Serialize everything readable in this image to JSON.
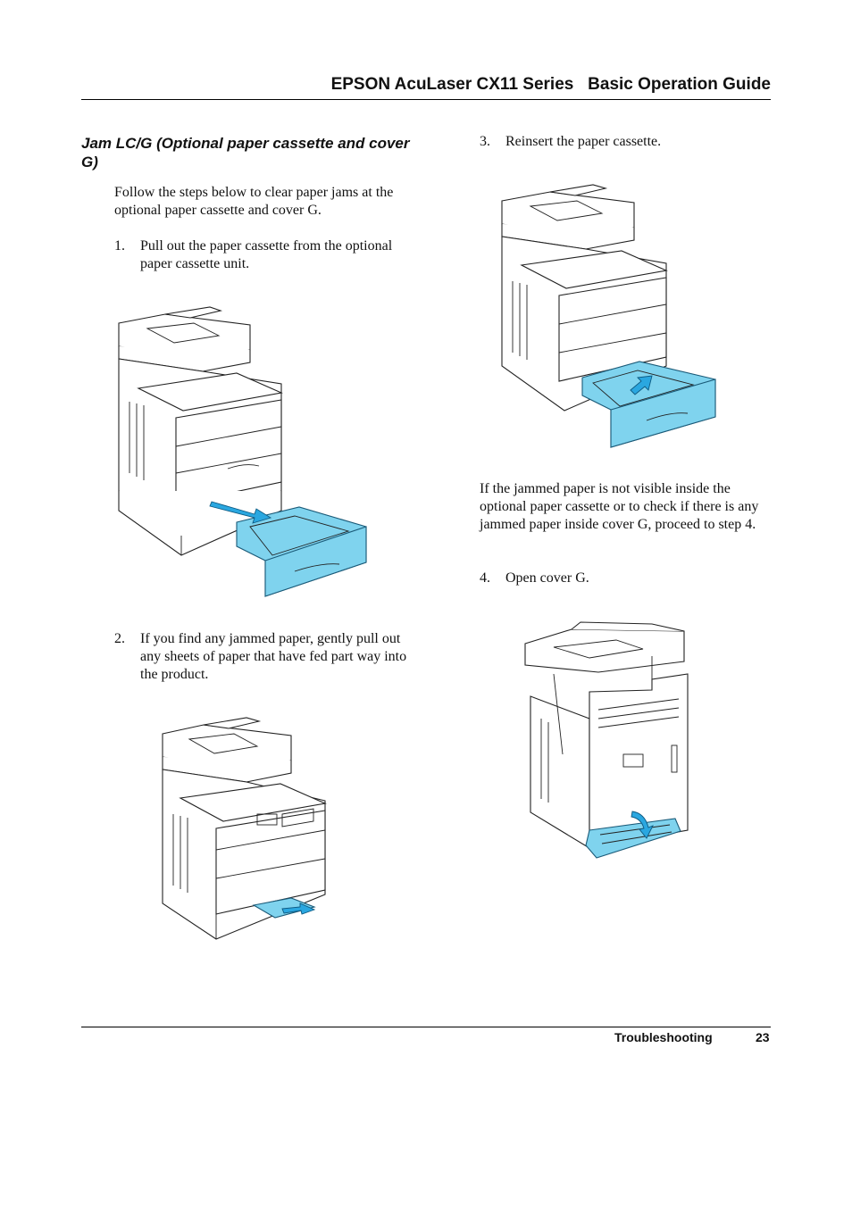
{
  "header": {
    "title": "EPSON AcuLaser CX11 Series   Basic Operation Guide"
  },
  "section": {
    "heading": "Jam LC/G (Optional paper cassette and cover G)"
  },
  "intro": "Follow the steps below to clear paper jams at the optional paper cassette and cover G.",
  "steps": [
    {
      "num": "1.",
      "text": "Pull out the paper cassette from the optional paper cassette unit."
    },
    {
      "num": "2.",
      "text": "If you find any jammed paper, gently pull out any sheets of paper that have fed part way into the product."
    },
    {
      "num": "3.",
      "text": "Reinsert the paper cassette."
    },
    {
      "num": "4.",
      "text": "Open cover G."
    }
  ],
  "note": "If the jammed paper is not visible inside the optional paper cassette or to check if there is any jammed paper inside cover G, proceed to step 4.",
  "footer": {
    "section_label": "Troubleshooting",
    "page_number": "23"
  },
  "colors": {
    "highlight_blue": "#7fd3ee",
    "arrow_blue": "#2aa7e0"
  },
  "illustrations": [
    {
      "id": "fig-pull-cassette",
      "icon": "printer-cassette-pulled-out"
    },
    {
      "id": "fig-remove-paper",
      "icon": "printer-jammed-paper"
    },
    {
      "id": "fig-reinsert-cassette",
      "icon": "printer-cassette-reinsert"
    },
    {
      "id": "fig-open-cover-g",
      "icon": "printer-cover-g-open"
    }
  ]
}
